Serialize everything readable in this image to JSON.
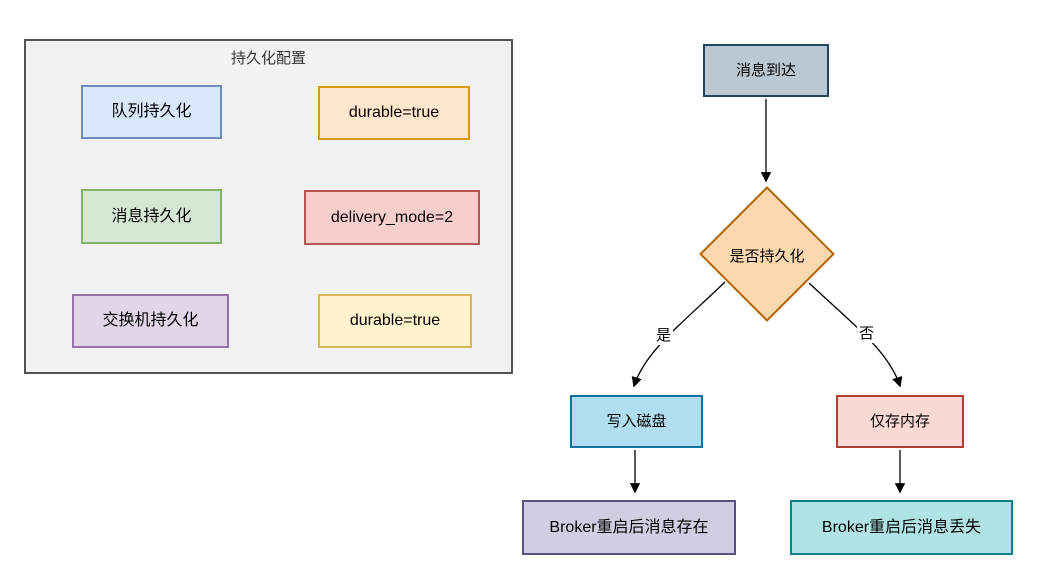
{
  "panel": {
    "title": "持久化配置",
    "bg": "#f2f2f2",
    "border": "#545454",
    "rows": [
      {
        "label": "队列持久化",
        "value": "durable=true",
        "label_fill": "#dae8fc",
        "label_border": "#6c8ebf",
        "value_fill": "#ffe6cc",
        "value_border": "#d79b00"
      },
      {
        "label": "消息持久化",
        "value": "delivery_mode=2",
        "label_fill": "#d5e8d4",
        "label_border": "#82b366",
        "value_fill": "#f8cecc",
        "value_border": "#b85450"
      },
      {
        "label": "交换机持久化",
        "value": "durable=true",
        "label_fill": "#e1d5e7",
        "label_border": "#9673a6",
        "value_fill": "#fff2cc",
        "value_border": "#d6b656"
      }
    ]
  },
  "flowchart": {
    "nodes": {
      "arrive": {
        "label": "消息到达",
        "fill": "#bac8d3",
        "border": "#23445d"
      },
      "decision": {
        "label": "是否持久化",
        "fill": "#fad7ac",
        "border": "#b46504"
      },
      "disk": {
        "label": "写入磁盘",
        "fill": "#b1ddf0",
        "border": "#10739e"
      },
      "memory": {
        "label": "仅存内存",
        "fill": "#fad9d5",
        "border": "#ae4132"
      },
      "persist": {
        "label": "Broker重启后消息存在",
        "fill": "#d0cee2",
        "border": "#56517e"
      },
      "lost": {
        "label": "Broker重启后消息丢失",
        "fill": "#b0e3e5",
        "border": "#0e8088"
      }
    },
    "edges": {
      "yes_label": "是",
      "no_label": "否"
    }
  }
}
